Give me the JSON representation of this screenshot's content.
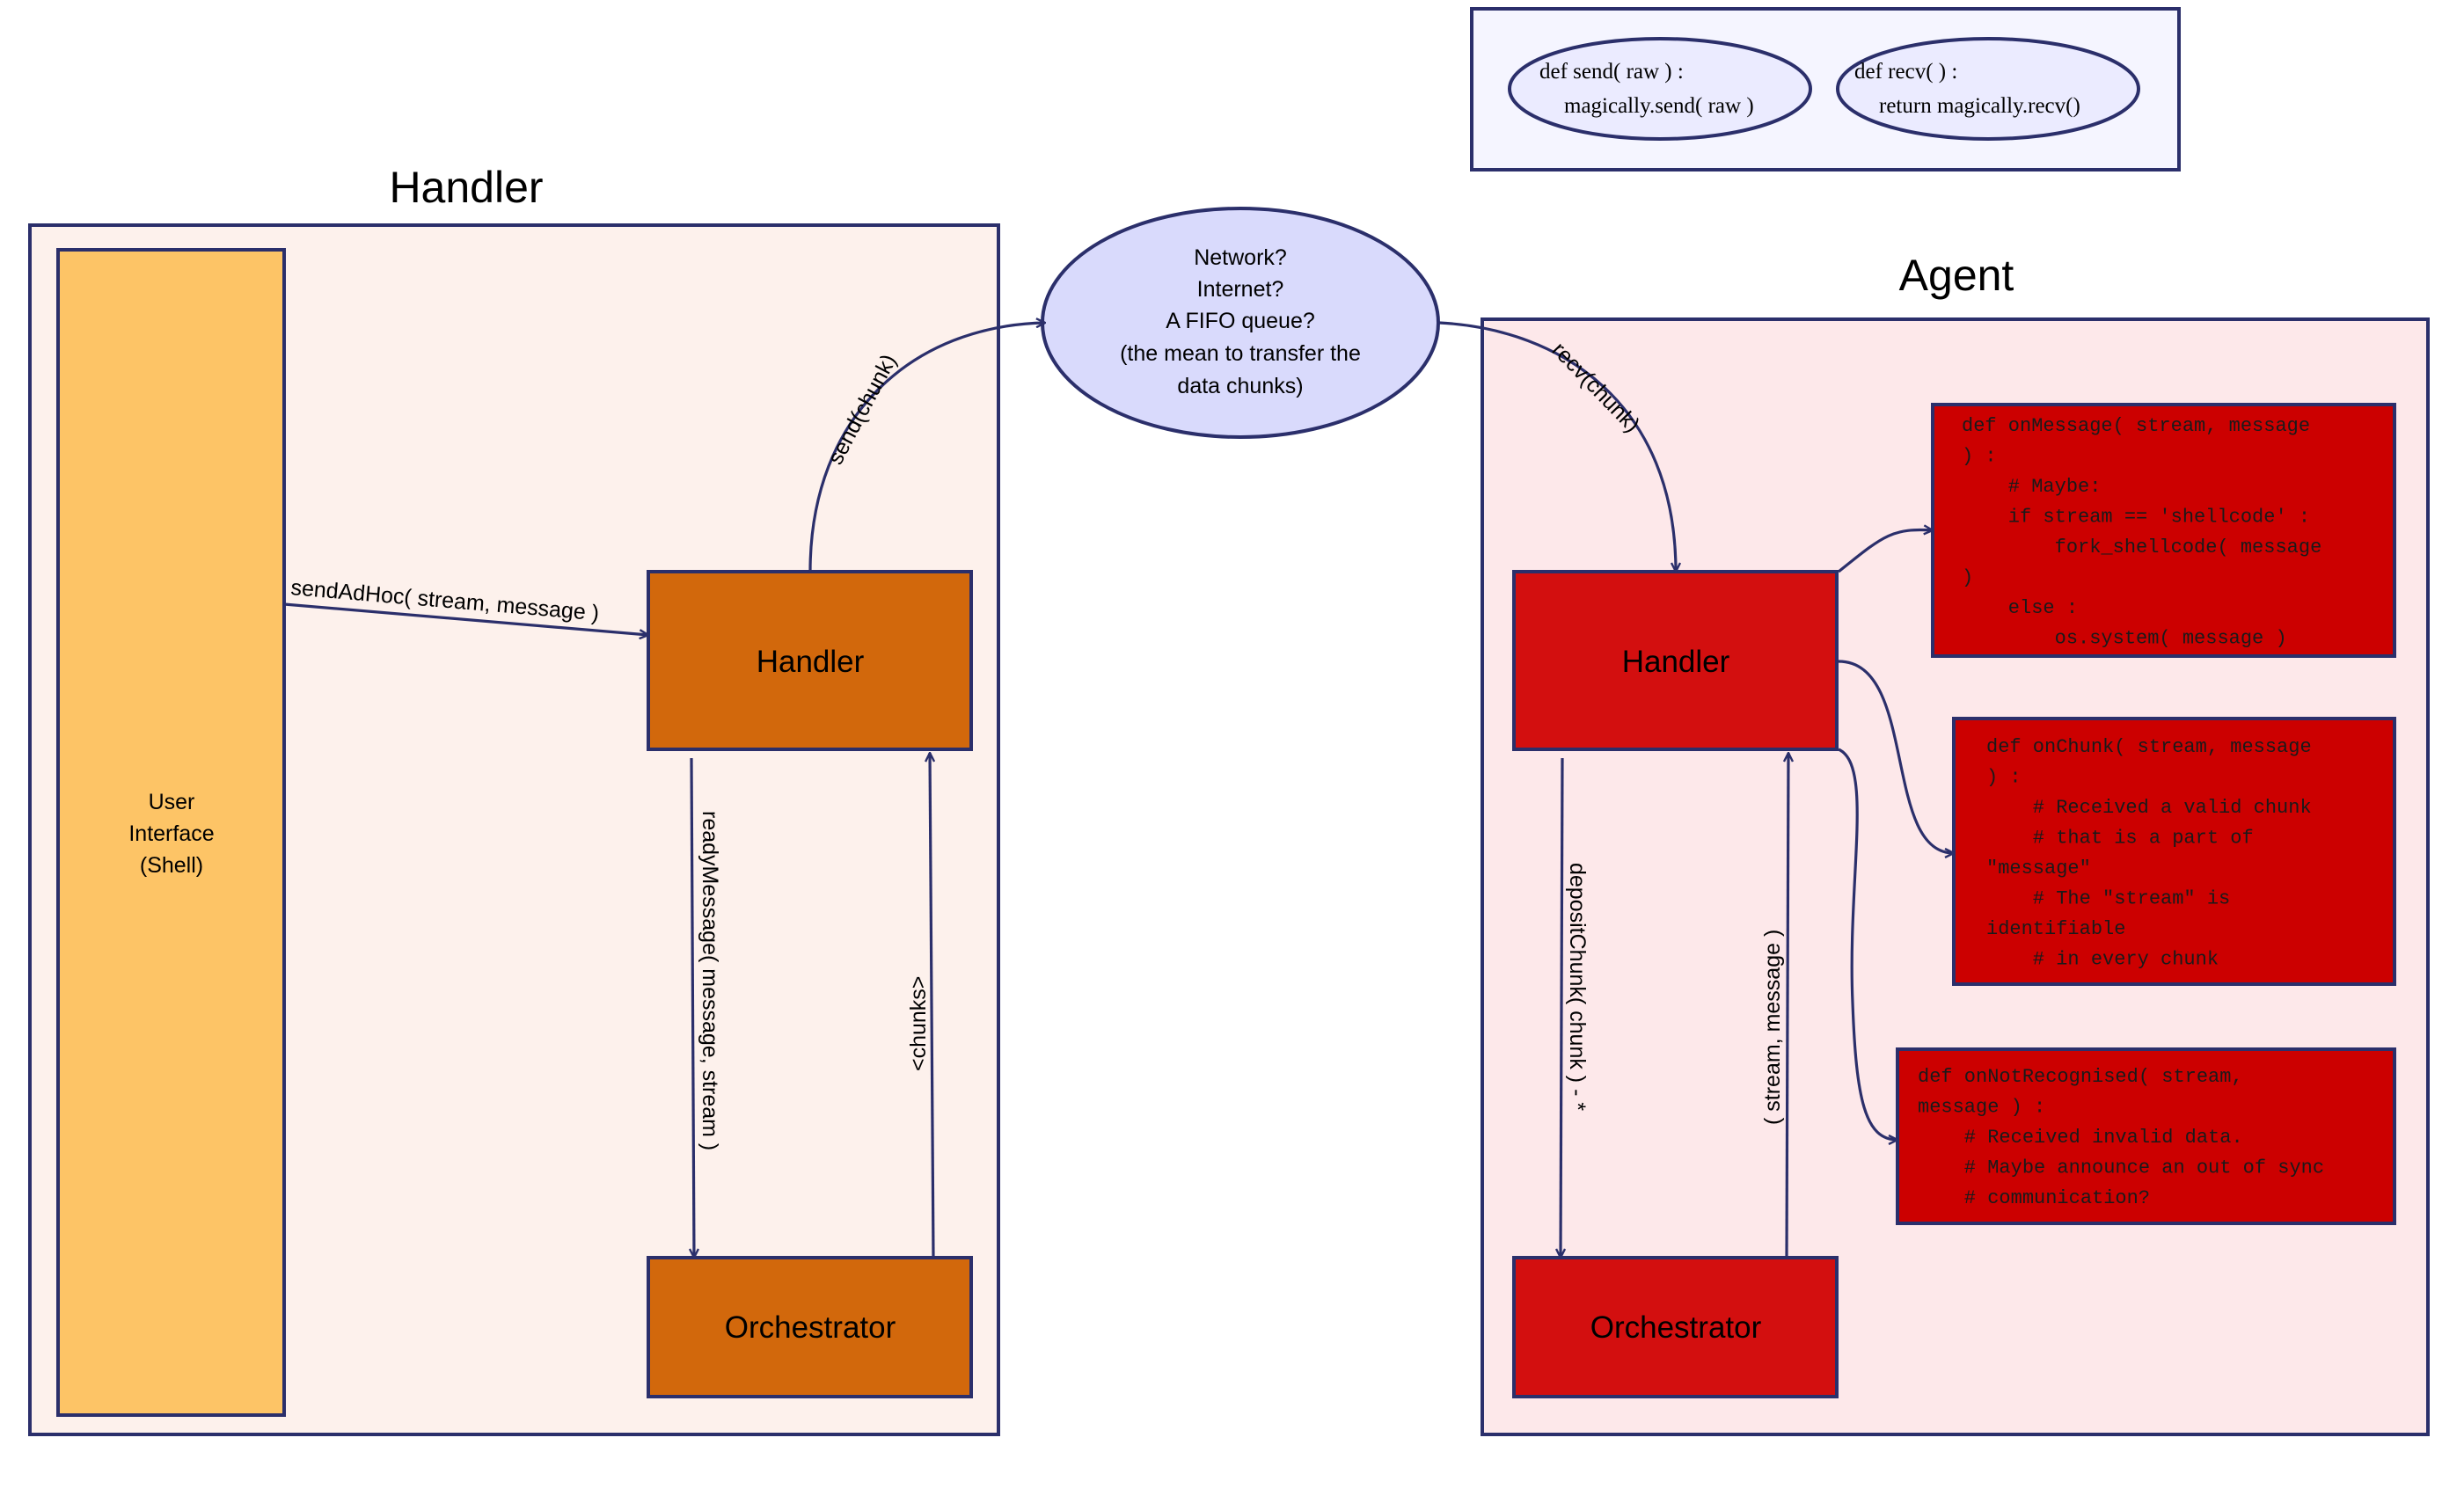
{
  "colors": {
    "edge": "#2b2f6b",
    "handler_panel_fill": "#fdf1ec",
    "agent_panel_fill": "#fde8ea",
    "ui_fill": "#fdc466",
    "orange_box": "#d2680c",
    "red_box": "#d30f0f",
    "network_fill": "#d9dafc",
    "legend_fill": "#f5f5ff"
  },
  "legend": {
    "send": [
      "def send( raw ) :",
      "magically.send( raw )"
    ],
    "recv": [
      "def recv( ) :",
      "return magically.recv()"
    ]
  },
  "handler_side": {
    "title": "Handler",
    "ui": [
      "User",
      "Interface",
      "(Shell)"
    ],
    "handler": "Handler",
    "orchestrator": "Orchestrator",
    "edge_send_adhoc": "sendAdHoc( stream, message )",
    "edge_ready_message": "readyMessage( message, stream )",
    "edge_chunks": "<chunks>",
    "edge_send_chunk": "send(chunk)"
  },
  "network": [
    "Network?",
    "Internet?",
    "A FIFO queue?",
    "(the mean to transfer the",
    "data chunks)"
  ],
  "agent_side": {
    "title": "Agent",
    "handler": "Handler",
    "orchestrator": "Orchestrator",
    "edge_recv_chunk": "recv(chunk)",
    "edge_deposit_chunk": "depositChunk( chunk ) - *",
    "edge_stream_message": "( stream, message )",
    "on_message": [
      "def onMessage( stream, message",
      ") :",
      "    # Maybe:",
      "    if stream == 'shellcode' :",
      "        fork_shellcode( message",
      ")",
      "    else :",
      "        os.system( message )"
    ],
    "on_chunk": [
      "def onChunk( stream, message",
      ") :",
      "    # Received a valid chunk",
      "    # that is a part of",
      "\"message\"",
      "    # The \"stream\" is",
      "identifiable",
      "    # in every chunk"
    ],
    "on_not_recognised": [
      "def onNotRecognised( stream,",
      "message ) :",
      "    # Received invalid data.",
      "    # Maybe announce an out of sync",
      "    # communication?"
    ]
  }
}
